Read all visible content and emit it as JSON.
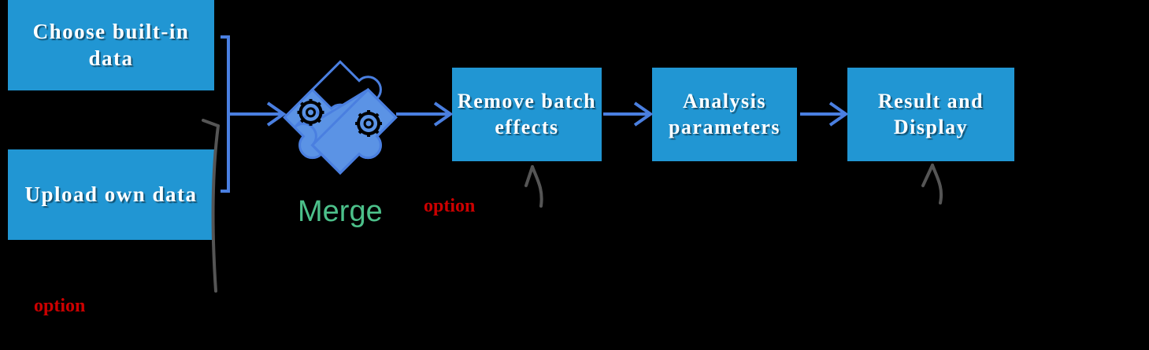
{
  "diagram": {
    "title": "Workflow pipeline",
    "background_color": "#000000",
    "box_color": "#2196d3",
    "arrow_color": "#4a7fe0",
    "annotation_color": "#555555",
    "merge_label_color": "#4cc08a",
    "option_label_color": "#cc0000",
    "nodes": [
      {
        "id": "choose-builtin-data",
        "label": "Choose built-in data"
      },
      {
        "id": "upload-own-data",
        "label": "Upload own data"
      },
      {
        "id": "merge",
        "label": "Merge",
        "icon": "puzzle-pieces-gears-icon"
      },
      {
        "id": "remove-batch-effects",
        "label": "Remove batch effects"
      },
      {
        "id": "analysis-parameters",
        "label": "Analysis parameters"
      },
      {
        "id": "result-and-display",
        "label": "Result and Display"
      }
    ],
    "annotations": [
      {
        "id": "option-upload",
        "label": "option"
      },
      {
        "id": "option-batch",
        "label": "option"
      }
    ],
    "icons": [
      "bracket-grouping-icon",
      "puzzle-pieces-gears-icon",
      "arrow-right-icon",
      "curved-pointer-icon"
    ]
  }
}
